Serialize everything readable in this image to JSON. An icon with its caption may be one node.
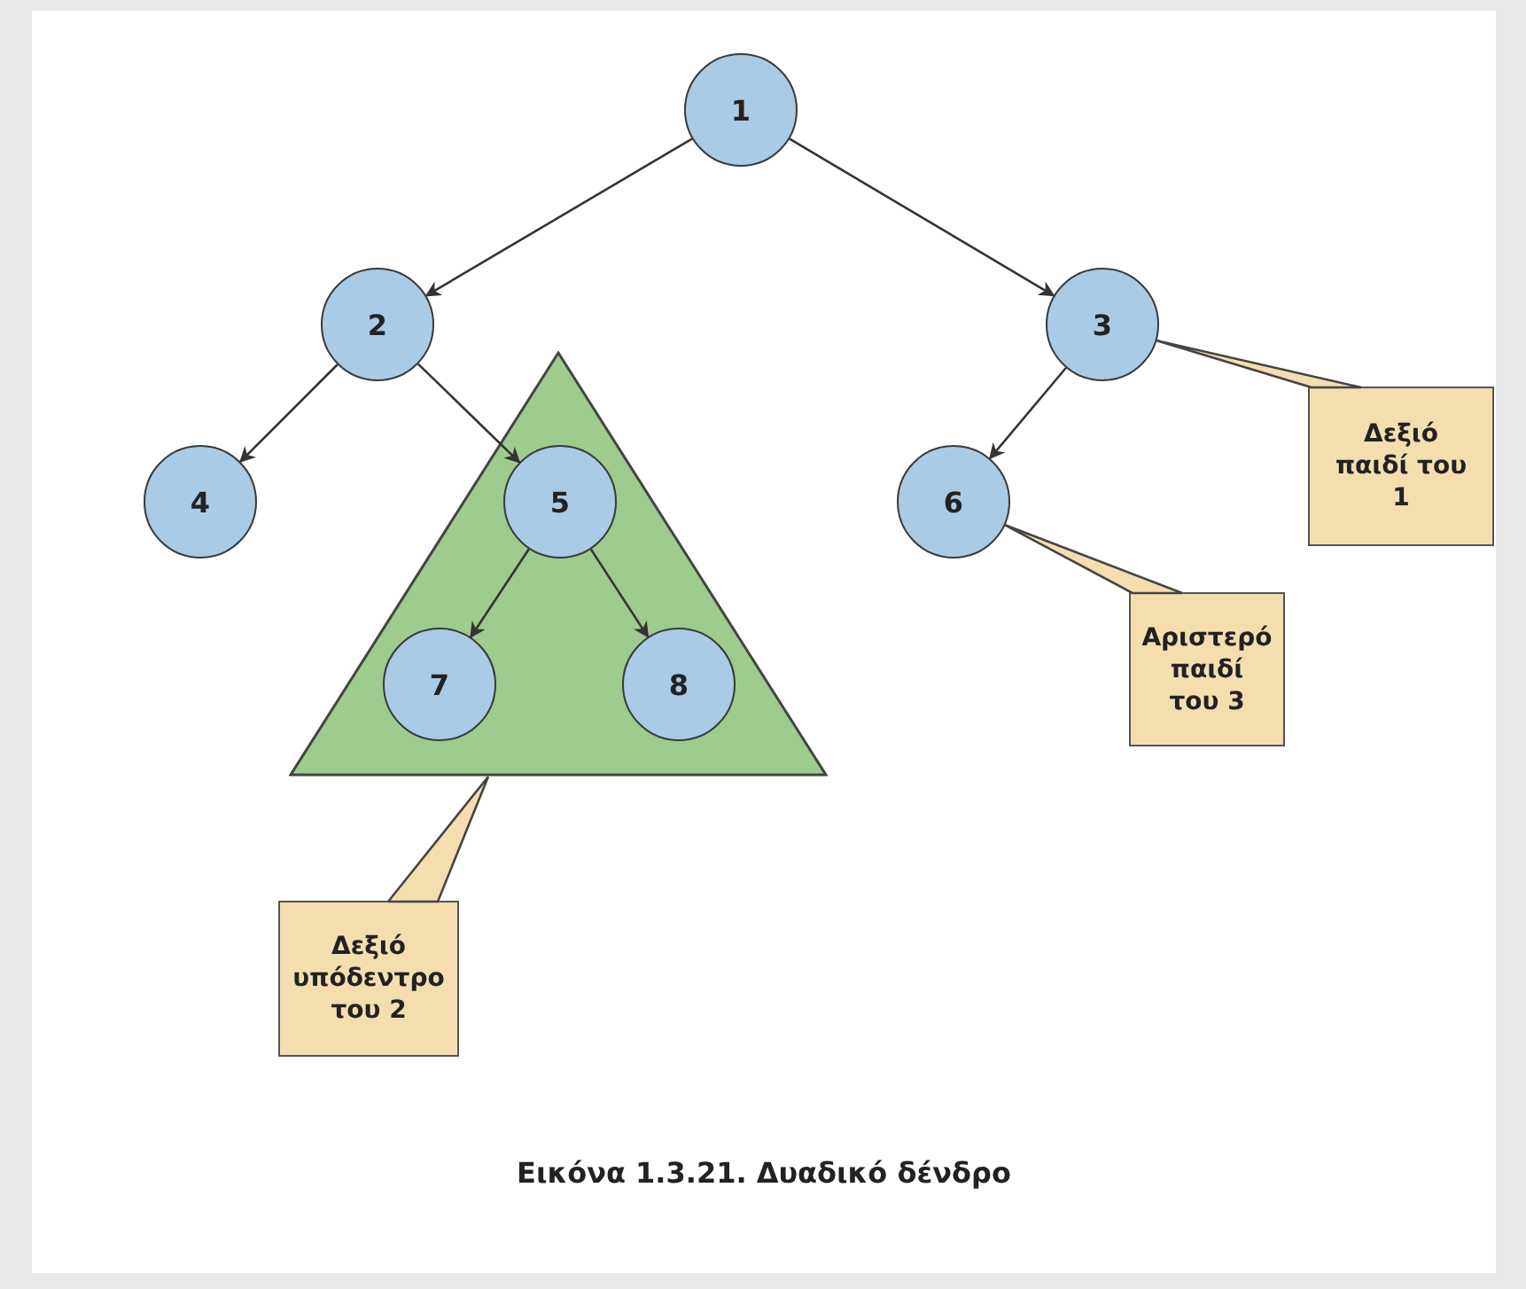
{
  "diagram": {
    "caption": "Εικόνα 1.3.21. Δυαδικό δένδρο",
    "nodes": [
      {
        "text": [
          "1"
        ]
      },
      {
        "text": [
          "2"
        ]
      },
      {
        "text": [
          "3"
        ]
      },
      {
        "text": [
          "Δεξιό παιδί του 1"
        ]
      },
      {
        "text": [
          "4"
        ]
      },
      {
        "text": [],
        "shape": "triangle"
      },
      {
        "text": [
          "5"
        ],
        "in": 5
      },
      {
        "text": [
          "6"
        ]
      },
      {
        "text": [
          "Αριστερό παιδί του 3"
        ]
      },
      {
        "text": [
          "7"
        ],
        "in": 5
      },
      {
        "text": [
          "8"
        ],
        "in": 5
      },
      {
        "text": [
          "Δεξιό υπόδεντρο του 2"
        ]
      }
    ],
    "edges": [
      {
        "from": 0,
        "to": 1,
        "arrow": "to"
      },
      {
        "from": 0,
        "to": 2,
        "arrow": "to"
      },
      {
        "from": 1,
        "to": 4,
        "arrow": "to"
      },
      {
        "from": 1,
        "to": 6,
        "arrow": "to"
      },
      {
        "from": 2,
        "to": 7,
        "arrow": "to"
      },
      {
        "from": 6,
        "to": 9,
        "arrow": "to"
      },
      {
        "from": 6,
        "to": 10,
        "arrow": "to"
      },
      {
        "from": 3,
        "to": 2,
        "arrow": "none"
      },
      {
        "from": 8,
        "to": 7,
        "arrow": "none"
      },
      {
        "from": 11,
        "to": 5,
        "arrow": "none"
      }
    ]
  }
}
